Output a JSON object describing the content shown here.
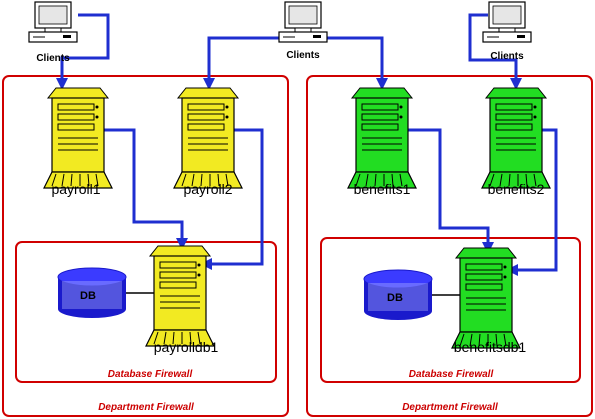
{
  "colors": {
    "payroll_server": "#f2ea22",
    "benefits_server": "#22dd22",
    "firewall": "#cc0000",
    "connection": "#1f2fd0",
    "db_cylinder": "#1a1acc"
  },
  "clients": [
    {
      "label": "Clients"
    },
    {
      "label": "Clients"
    },
    {
      "label": "Clients"
    }
  ],
  "departments": [
    {
      "firewall_label": "Department Firewall",
      "servers": [
        {
          "label": "payroll1"
        },
        {
          "label": "payroll2"
        }
      ],
      "db_firewall_label": "Database Firewall",
      "db": {
        "label": "DB"
      },
      "db_server": {
        "label": "payrolldb1"
      }
    },
    {
      "firewall_label": "Department Firewall",
      "servers": [
        {
          "label": "benefits1"
        },
        {
          "label": "benefits2"
        }
      ],
      "db_firewall_label": "Database Firewall",
      "db": {
        "label": "DB"
      },
      "db_server": {
        "label": "benefitsdb1"
      }
    }
  ]
}
